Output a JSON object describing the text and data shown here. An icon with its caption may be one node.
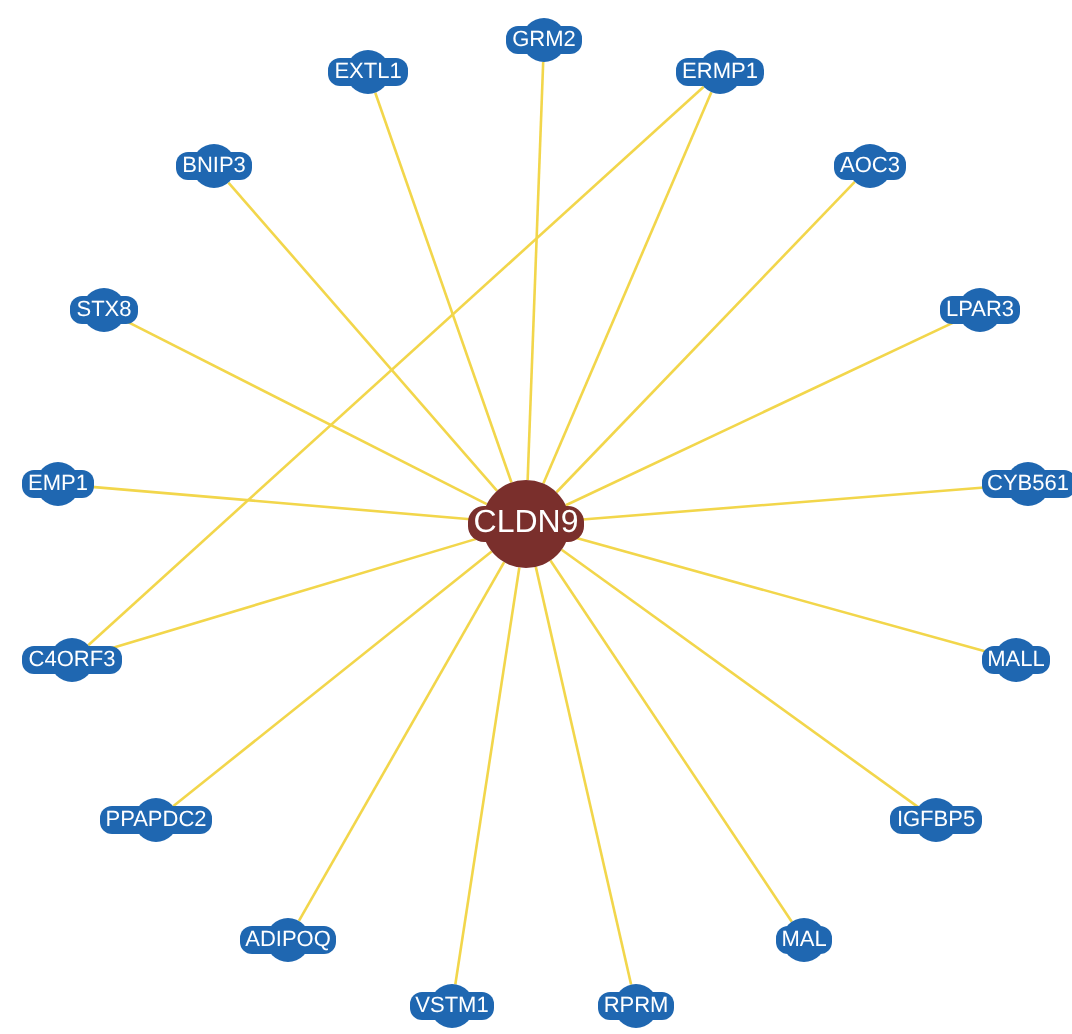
{
  "diagram": {
    "nodes": [
      {
        "text": [
          "GRM2"
        ]
      },
      {
        "text": [
          "EXTL1"
        ]
      },
      {
        "text": [
          "ERMP1"
        ]
      },
      {
        "text": [
          "BNIP3"
        ]
      },
      {
        "text": [
          "AOC3"
        ]
      },
      {
        "text": [
          "STX8"
        ]
      },
      {
        "text": [
          "LPAR3"
        ]
      },
      {
        "text": [
          "EMP1"
        ]
      },
      {
        "text": [
          "CLDN9"
        ]
      },
      {
        "text": [
          "CYB561"
        ]
      },
      {
        "text": [
          "C4ORF3"
        ]
      },
      {
        "text": [
          "MALL"
        ]
      },
      {
        "text": [
          "PPAPDC2"
        ]
      },
      {
        "text": [
          "IGFBP5"
        ]
      },
      {
        "text": [
          "ADIPOQ"
        ]
      },
      {
        "text": [
          "MAL"
        ]
      },
      {
        "text": [
          "VSTM1"
        ]
      },
      {
        "text": [
          "RPRM"
        ]
      }
    ],
    "edges": [
      {
        "from": 8,
        "to": 0,
        "arrow": "none"
      },
      {
        "from": 8,
        "to": 1,
        "arrow": "none"
      },
      {
        "from": 8,
        "to": 2,
        "arrow": "none"
      },
      {
        "from": 8,
        "to": 3,
        "arrow": "none"
      },
      {
        "from": 8,
        "to": 4,
        "arrow": "none"
      },
      {
        "from": 8,
        "to": 5,
        "arrow": "none"
      },
      {
        "from": 8,
        "to": 6,
        "arrow": "none"
      },
      {
        "from": 8,
        "to": 7,
        "arrow": "none"
      },
      {
        "from": 8,
        "to": 9,
        "arrow": "none"
      },
      {
        "from": 8,
        "to": 10,
        "arrow": "none"
      },
      {
        "from": 8,
        "to": 11,
        "arrow": "none"
      },
      {
        "from": 8,
        "to": 12,
        "arrow": "none"
      },
      {
        "from": 8,
        "to": 13,
        "arrow": "none"
      },
      {
        "from": 8,
        "to": 14,
        "arrow": "none"
      },
      {
        "from": 8,
        "to": 15,
        "arrow": "none"
      },
      {
        "from": 8,
        "to": 16,
        "arrow": "none"
      },
      {
        "from": 8,
        "to": 17,
        "arrow": "none"
      },
      {
        "from": 2,
        "to": 10,
        "arrow": "none"
      }
    ]
  }
}
